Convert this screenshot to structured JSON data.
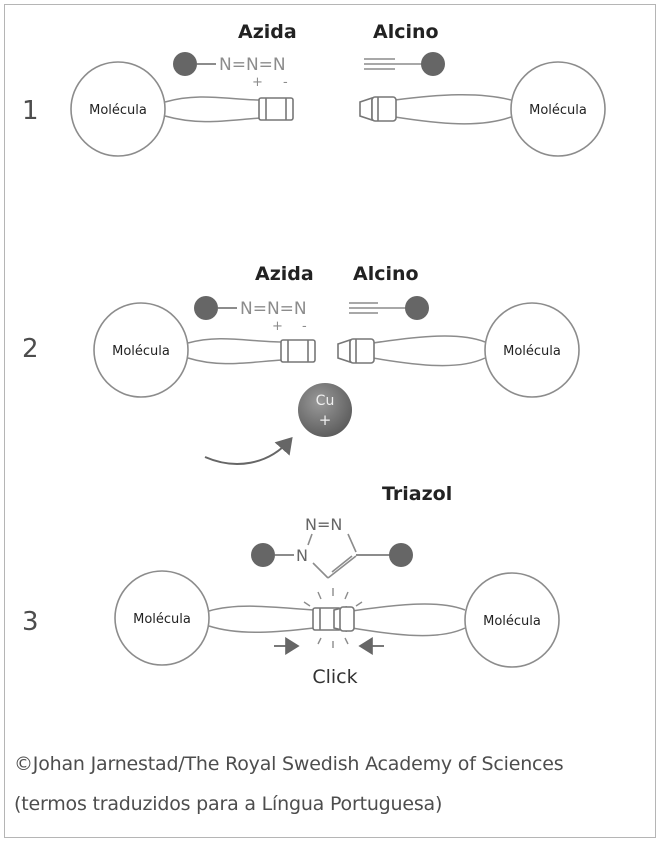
{
  "steps": [
    {
      "number": "1",
      "azide_label": "Azida",
      "alkyne_label": "Alcino",
      "azide_formula": "N=N=N",
      "charge_plus": "+",
      "charge_minus": "-",
      "molecule_left": "Molécula",
      "molecule_right": "Molécula"
    },
    {
      "number": "2",
      "azide_label": "Azida",
      "alkyne_label": "Alcino",
      "azide_formula": "N=N=N",
      "charge_plus": "+",
      "charge_minus": "-",
      "molecule_left": "Molécula",
      "molecule_right": "Molécula",
      "catalyst_symbol": "Cu",
      "catalyst_charge": "+"
    },
    {
      "number": "3",
      "triazole_label": "Triazol",
      "ring_atom_top": "N=N",
      "ring_atom_left": "N",
      "molecule_left": "Molécula",
      "molecule_right": "Molécula",
      "click_label": "Click"
    }
  ],
  "credit": {
    "line1": "©Johan Jarnestad/The Royal Swedish Academy of Sciences",
    "line2": "(termos traduzidos para a Língua Portuguesa)"
  },
  "colors": {
    "line": "#8c8c8c",
    "ball": "#666666",
    "text": "#4d4d4d",
    "label": "#222222"
  }
}
